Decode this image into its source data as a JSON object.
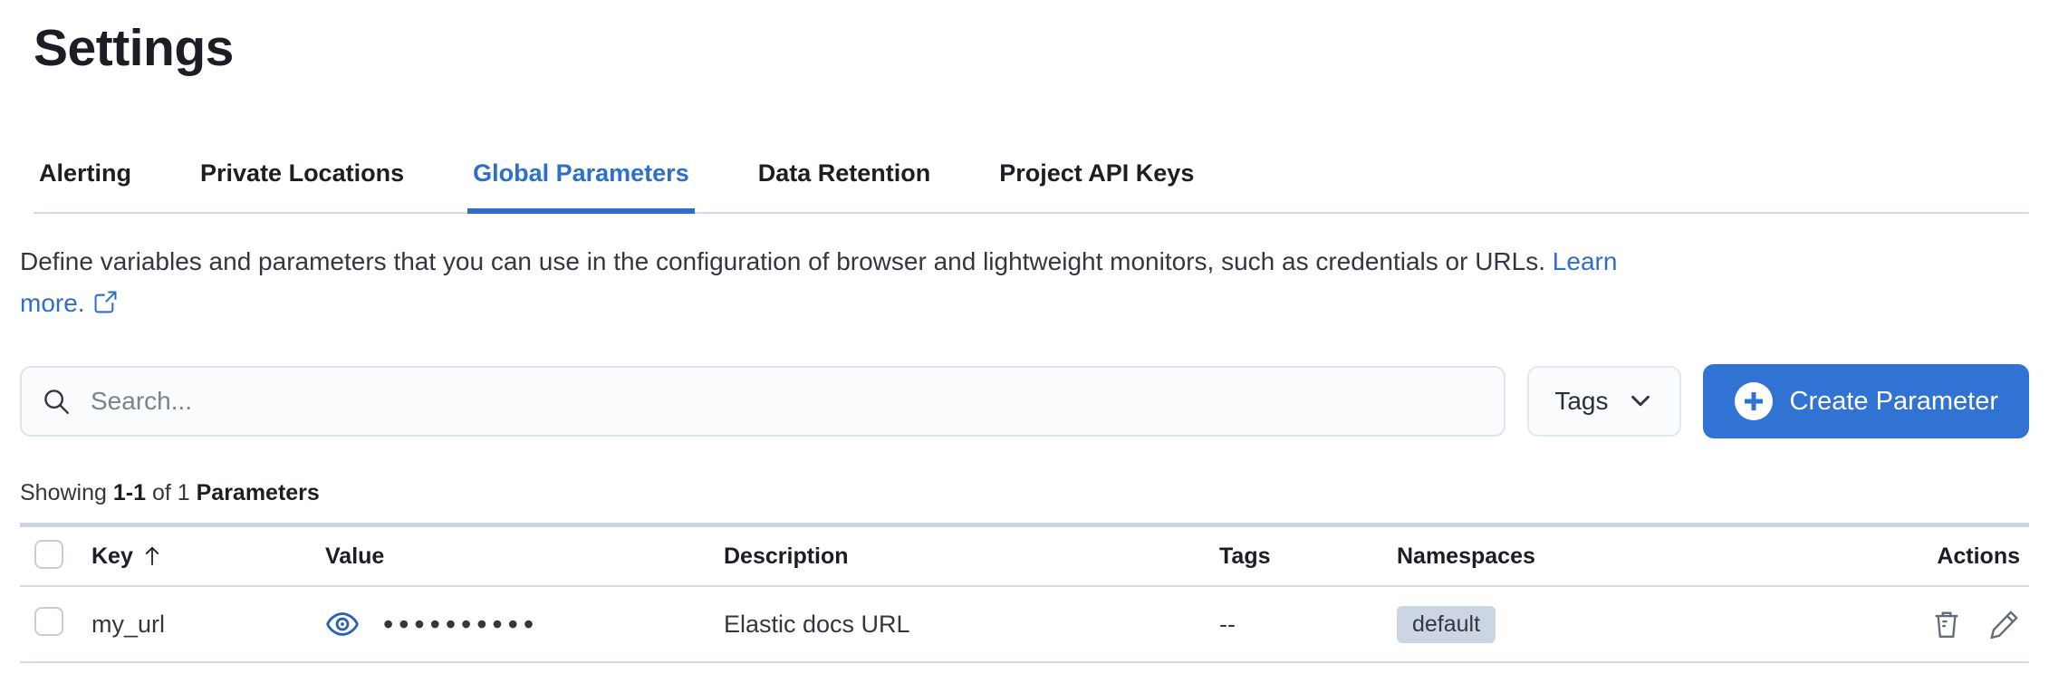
{
  "page": {
    "title": "Settings"
  },
  "tabs": [
    {
      "label": "Alerting",
      "active": false
    },
    {
      "label": "Private Locations",
      "active": false
    },
    {
      "label": "Global Parameters",
      "active": true
    },
    {
      "label": "Data Retention",
      "active": false
    },
    {
      "label": "Project API Keys",
      "active": false
    }
  ],
  "description": {
    "text": "Define variables and parameters that you can use in the configuration of browser and lightweight monitors, such as credentials or URLs.",
    "link_parts": [
      "Learn",
      "more."
    ]
  },
  "toolbar": {
    "search_placeholder": "Search...",
    "tags_label": "Tags",
    "create_label": "Create Parameter"
  },
  "summary": {
    "prefix": "Showing",
    "range": "1-1",
    "middle": "of 1",
    "entity": "Parameters"
  },
  "table": {
    "columns": [
      "Key",
      "Value",
      "Description",
      "Tags",
      "Namespaces",
      "Actions"
    ],
    "rows": [
      {
        "key": "my_url",
        "value_masked": "••••••••••",
        "description": "Elastic docs URL",
        "tags": "--",
        "namespace": "default"
      }
    ]
  },
  "colors": {
    "accent_blue": "#2e6fc9",
    "button_blue": "#3173d3",
    "eye_icon_blue": "#2a62b6",
    "badge_background": "#ccd5e2",
    "divider": "#d3dae6",
    "text_dark": "#1b1e25",
    "text_body": "#343741"
  }
}
